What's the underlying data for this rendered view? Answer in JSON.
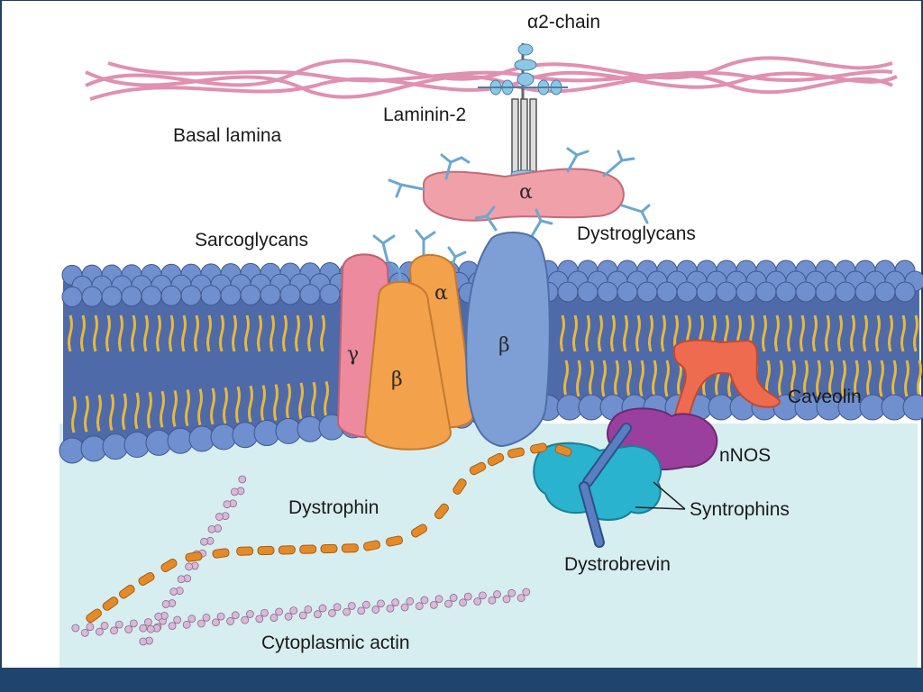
{
  "labels": {
    "alpha2_chain": "α2-chain",
    "basal_lamina": "Basal lamina",
    "laminin2": "Laminin-2",
    "sarcoglycans": "Sarcoglycans",
    "dystroglycans": "Dystroglycans",
    "caveolin": "Caveolin",
    "nnos": "nNOS",
    "dystrophin": "Dystrophin",
    "syntrophins": "Syntrophins",
    "dystrobrevin": "Dystrobrevin",
    "cytoplasmic_actin": "Cytoplasmic actin"
  },
  "subunits": {
    "alpha_dystroglycan": "α",
    "beta_dystroglycan": "β",
    "sarco_gamma": "γ",
    "sarco_beta": "β",
    "sarco_alpha": "α"
  },
  "colors": {
    "membrane_head": "#6f8fcf",
    "membrane_body": "#4f6aa8",
    "lipid_tail": "#e8b83a",
    "cytoplasm": "#d7eef0",
    "laminin": "#e090b0",
    "dystroglycan_alpha": "#f0a0a8",
    "dystroglycan_beta": "#7d9fd6",
    "sarco_orange": "#f3a14a",
    "sarco_pink": "#ee8a9e",
    "caveolin": "#ef6b4f",
    "nnos": "#9a3f9e",
    "syntrophin": "#2ab3cf",
    "dystrobrevin": "#5a7fc0",
    "dystrophin": "#e48a28",
    "actin": "#d9b8d8",
    "bottom_bar": "#1f456f"
  }
}
